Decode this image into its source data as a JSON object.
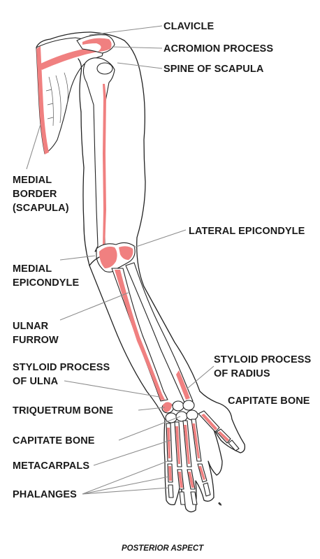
{
  "labels": {
    "clavicle": "CLAVICLE",
    "acromion": "ACROMION PROCESS",
    "spine_scapula": "SPINE OF SCAPULA",
    "medial_border_1": "MEDIAL",
    "medial_border_2": "BORDER",
    "medial_border_3": "(SCAPULA)",
    "lateral_epicondyle": "LATERAL EPICONDYLE",
    "medial_epicondyle_1": "MEDIAL",
    "medial_epicondyle_2": "EPICONDYLE",
    "ulnar_furrow_1": "ULNAR",
    "ulnar_furrow_2": "FURROW",
    "styloid_ulna_1": "STYLOID PROCESS",
    "styloid_ulna_2": "OF ULNA",
    "styloid_radius_1": "STYLOID PROCESS",
    "styloid_radius_2": "OF RADIUS",
    "capitate_right": "CAPITATE BONE",
    "triquetrum": "TRIQUETRUM BONE",
    "capitate_left": "CAPITATE BONE",
    "metacarpals": "METACARPALS",
    "phalanges": "PHALANGES"
  },
  "caption": "POSTERIOR ASPECT",
  "colors": {
    "highlight": "#f08080",
    "outline": "#222222",
    "leader": "#8c8c8c",
    "text": "#1a1a1a"
  }
}
